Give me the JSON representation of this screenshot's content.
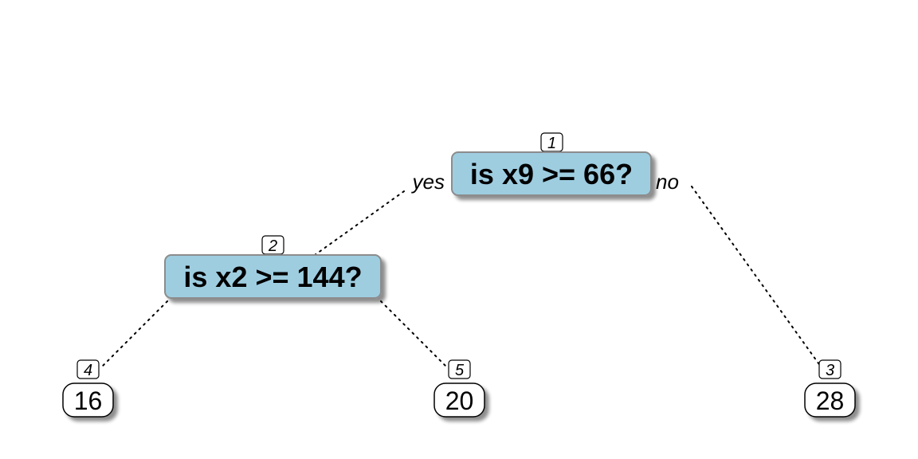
{
  "tree": {
    "split_fill": "#9ecde0",
    "split_border": "#8c8c8c",
    "leaf_fill": "#ffffff",
    "shadow_color": "#bdbdbd",
    "edge_style": "dotted",
    "nodes": [
      {
        "id": "1",
        "kind": "split",
        "label": "is x9 >= 66?"
      },
      {
        "id": "2",
        "kind": "split",
        "label": "is x2 >= 144?"
      },
      {
        "id": "4",
        "kind": "leaf",
        "label": "16"
      },
      {
        "id": "5",
        "kind": "leaf",
        "label": "20"
      },
      {
        "id": "3",
        "kind": "leaf",
        "label": "28"
      }
    ],
    "branches": {
      "yes": "yes",
      "no": "no"
    }
  }
}
